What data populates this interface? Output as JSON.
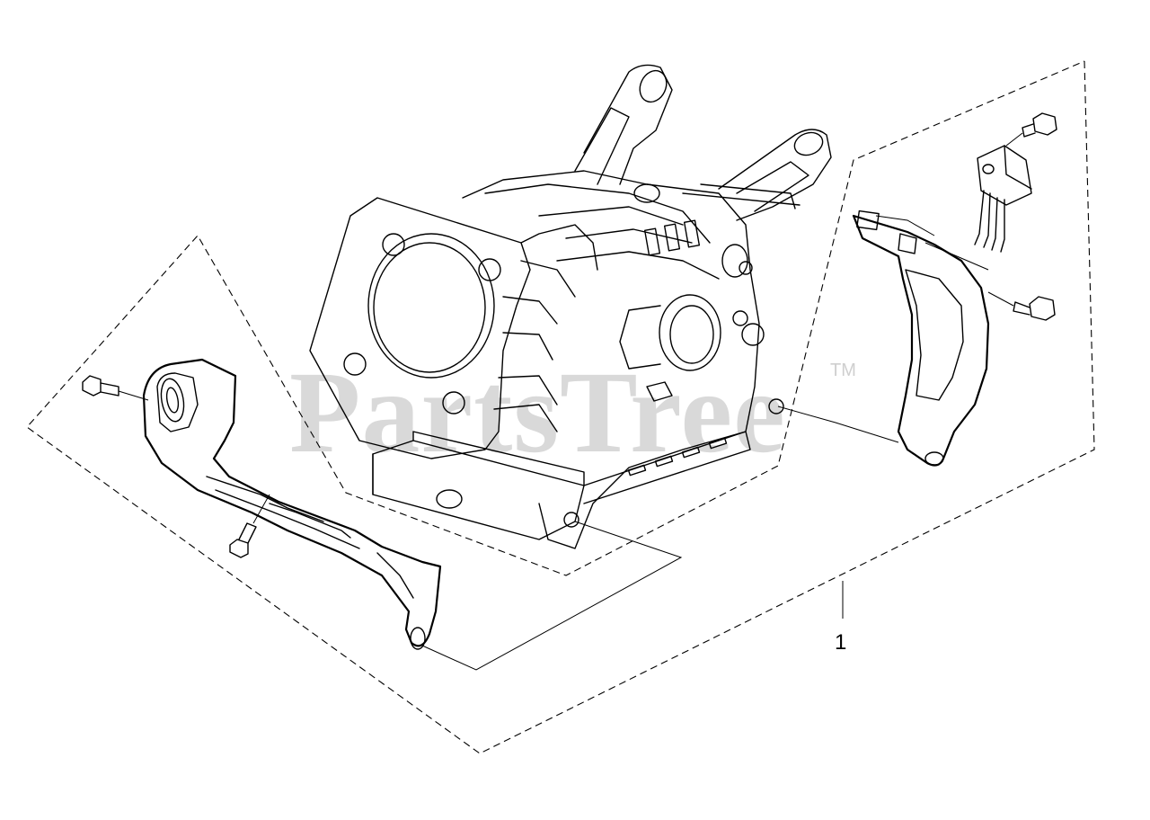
{
  "diagram": {
    "watermark": "PartsTree",
    "watermark_mark": "TM",
    "callouts": [
      {
        "label": "1"
      }
    ],
    "components": [
      {
        "name": "engine-block-icon"
      },
      {
        "name": "left-cover-plate-icon"
      },
      {
        "name": "right-cover-plate-icon"
      },
      {
        "name": "ignition-coil-icon"
      },
      {
        "name": "bolt-icon"
      }
    ]
  }
}
